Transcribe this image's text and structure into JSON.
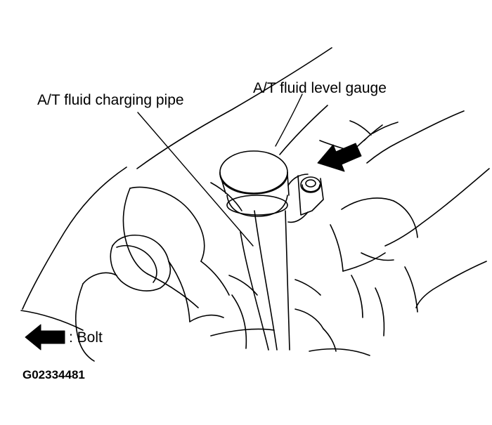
{
  "callouts": {
    "charging_pipe": "A/T fluid charging pipe",
    "level_gauge": "A/T fluid level gauge"
  },
  "legend": {
    "bolt_label": ": Bolt",
    "arrow_icon": "left-arrow-icon"
  },
  "figure_id": "G02334481",
  "colors": {
    "line": "#000000",
    "background": "#ffffff"
  }
}
